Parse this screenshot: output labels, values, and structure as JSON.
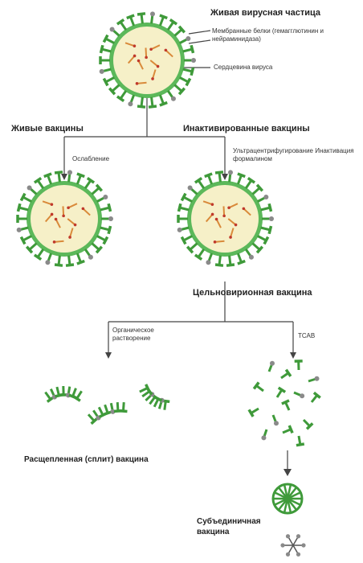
{
  "labels": {
    "live_particle": "Живая вирусная частица",
    "membrane_proteins": "Мембранные белки (гемагглютинин и нейраминидаза)",
    "virus_core": "Сердцевина вируса",
    "live_vaccines": "Живые вакцины",
    "inactivated_vaccines": "Инактивированные вакцины",
    "attenuation": "Ослабление",
    "ultracentrifugation": "Ультрацентрифугирование Инактивация формалином",
    "whole_virion": "Цельновирионная вакцина",
    "organic_solvent": "Органическое растворение",
    "ctab": "ТСАВ",
    "split_vaccine": "Расщепленная (сплит) вакцина",
    "subunit_vaccine": "Субъединичная вакцина"
  },
  "colors": {
    "spike_green": "#3f9a3a",
    "membrane_green": "#5cb85a",
    "core_fill": "#f6f0c8",
    "rna_orange": "#d98a3a",
    "na_grey": "#8a8a8a",
    "line": "#444444"
  }
}
